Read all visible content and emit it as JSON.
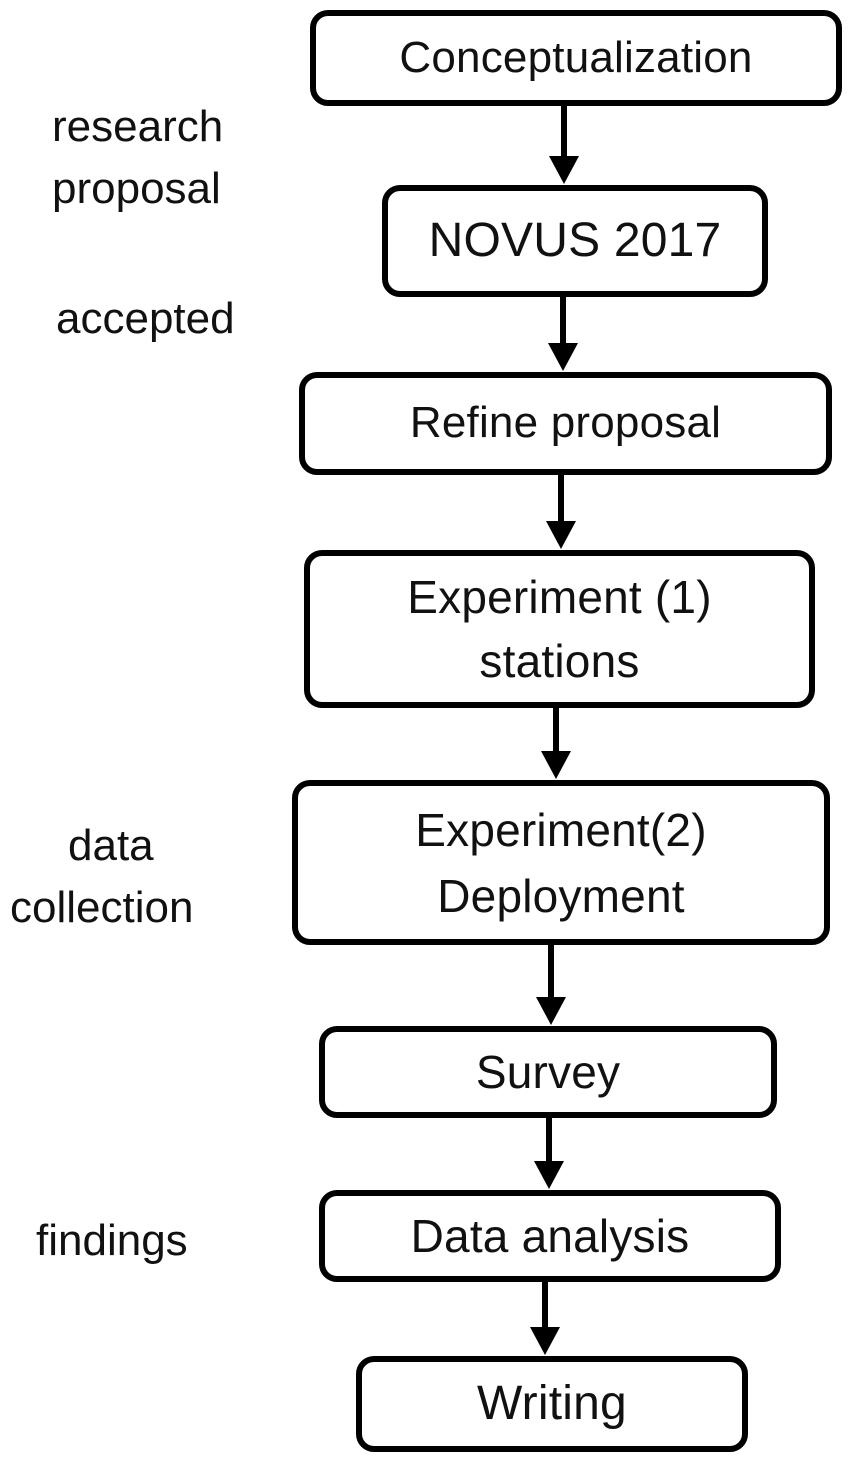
{
  "flow": {
    "steps": [
      {
        "lines": [
          "Conceptualization"
        ]
      },
      {
        "lines": [
          "NOVUS 2017"
        ]
      },
      {
        "lines": [
          "Refine proposal"
        ]
      },
      {
        "lines": [
          "Experiment (1)",
          "stations"
        ]
      },
      {
        "lines": [
          "Experiment(2)",
          "Deployment"
        ]
      },
      {
        "lines": [
          "Survey"
        ]
      },
      {
        "lines": [
          "Data analysis"
        ]
      },
      {
        "lines": [
          "Writing"
        ]
      }
    ]
  },
  "annotations": {
    "research_proposal": [
      "research",
      "proposal"
    ],
    "accepted": [
      "accepted"
    ],
    "data_collection": [
      "data",
      "collection"
    ],
    "findings": [
      "findings"
    ]
  },
  "colors": {
    "box_border": "#000000",
    "arrow": "#000000",
    "background": "#ffffff"
  }
}
